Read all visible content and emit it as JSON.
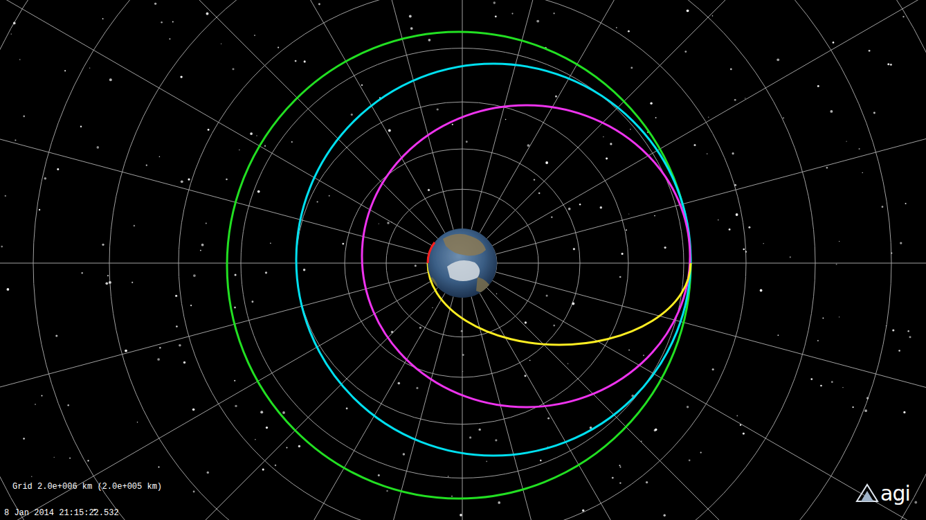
{
  "diagram": {
    "labels": [
      "Grid 2.0e+006 km (2.0e+005 km)",
      "8 Jan 2014 21:15:22.532",
      "agi"
    ]
  }
}
